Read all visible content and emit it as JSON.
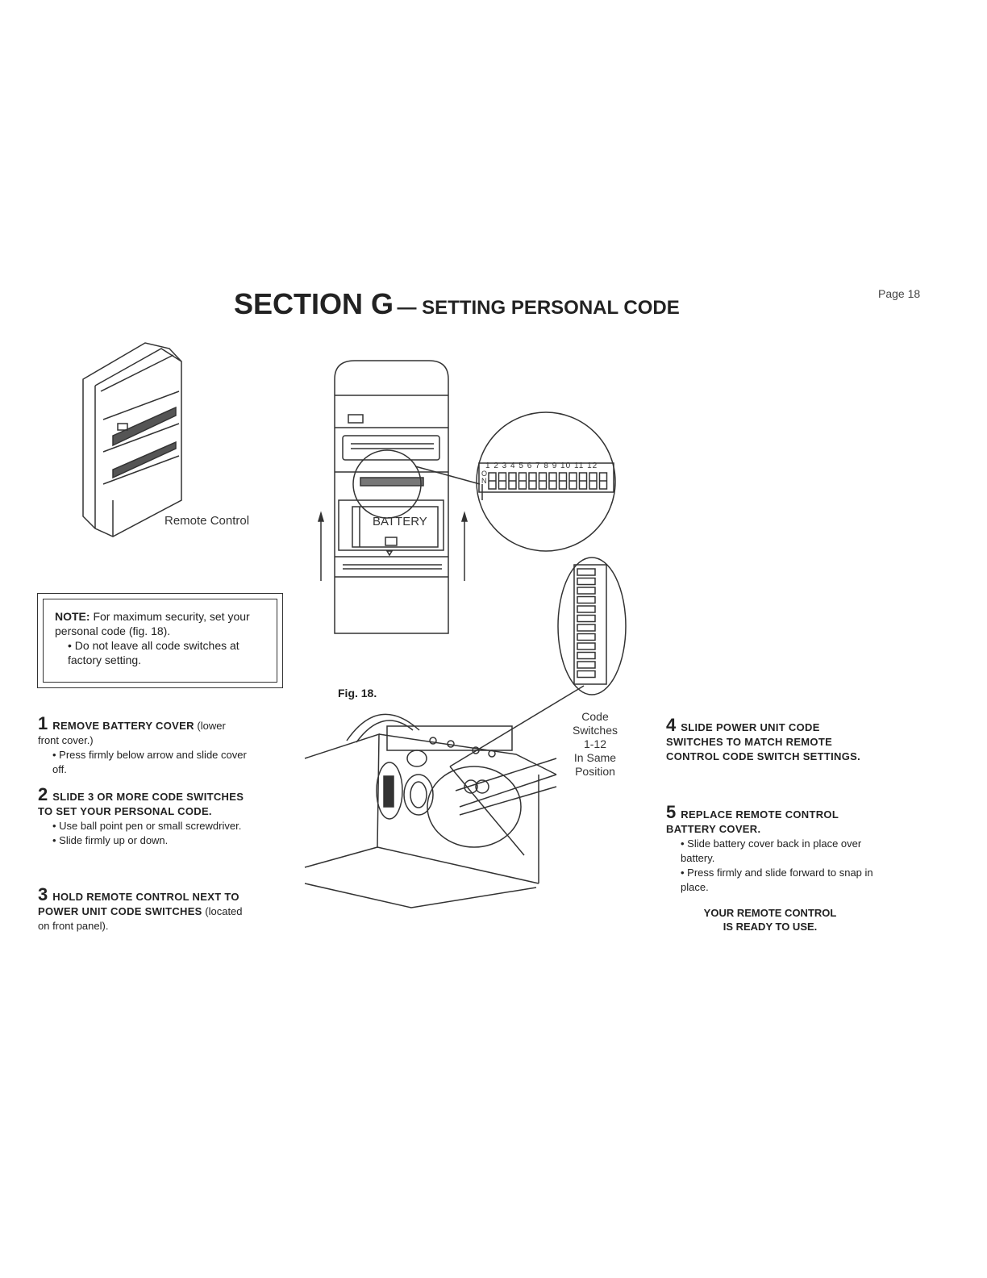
{
  "header": {
    "title_main": "SECTION G",
    "title_sub": "— SETTING PERSONAL CODE",
    "page": "Page 18"
  },
  "figures": {
    "remote_caption": "Remote Control",
    "fig_label": "Fig. 18.",
    "battery_label": "BATTERY",
    "dip_numbers": "1 2 3 4 5 6 7 8 9 10 11 12",
    "dip_on": "ON",
    "code_label_lines": [
      "Code",
      "Switches",
      "1-12",
      "In Same",
      "Position"
    ]
  },
  "note": {
    "label": "NOTE:",
    "text": "For maximum security, set your personal code (fig. 18).",
    "bullet": "• Do not leave all code switches at factory setting."
  },
  "steps_left": [
    {
      "num": "1",
      "head": "REMOVE BATTERY COVER",
      "tail": " (lower front cover.)",
      "bullets": [
        "• Press firmly below arrow and slide cover off."
      ]
    },
    {
      "num": "2",
      "head": "SLIDE 3 OR MORE CODE SWITCHES TO SET YOUR PERSONAL CODE.",
      "tail": "",
      "bullets": [
        "• Use ball point pen or small screwdriver.",
        "• Slide firmly up or down."
      ]
    },
    {
      "num": "3",
      "head": "HOLD REMOTE CONTROL NEXT TO POWER UNIT CODE SWITCHES",
      "tail": " (located on front panel).",
      "bullets": []
    }
  ],
  "steps_right": [
    {
      "num": "4",
      "head": "SLIDE POWER UNIT CODE SWITCHES TO MATCH REMOTE CONTROL CODE SWITCH SETTINGS.",
      "tail": "",
      "bullets": []
    },
    {
      "num": "5",
      "head": "REPLACE REMOTE CONTROL BATTERY COVER.",
      "tail": "",
      "bullets": [
        "• Slide battery cover back in place over battery.",
        "• Press firmly and slide forward to snap in place."
      ]
    }
  ],
  "ready": {
    "line1": "YOUR REMOTE CONTROL",
    "line2": "IS READY TO USE."
  }
}
